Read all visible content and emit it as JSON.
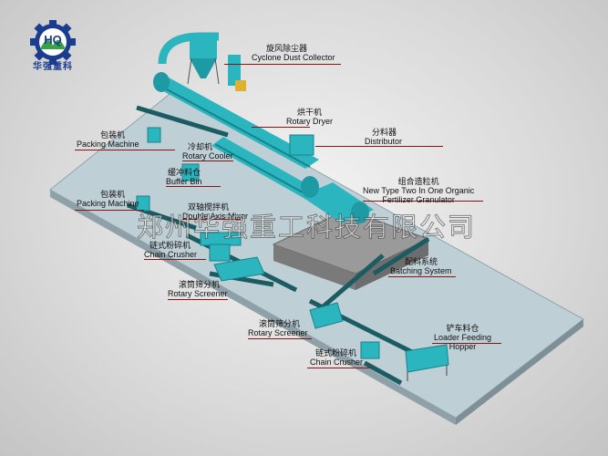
{
  "logo": {
    "mark": "HQ",
    "name": "华强重科"
  },
  "watermark": "郑州华强重工科技有限公司",
  "labels": {
    "cyclone": {
      "cn": "旋风除尘器",
      "en": "Cyclone Dust Collector"
    },
    "dryer": {
      "cn": "烘干机",
      "en": "Rotary Dryer"
    },
    "distributor": {
      "cn": "分料器",
      "en": "Distributor"
    },
    "packing1": {
      "cn": "包装机",
      "en": "Packing Machine"
    },
    "cooler": {
      "cn": "冷却机",
      "en": "Rotary Cooler"
    },
    "buffer": {
      "cn": "缓冲料仓",
      "en": "Buffer Bin"
    },
    "granulator": {
      "cn": "组合造粒机",
      "en": "New Type Two In One Organic",
      "en2": "Fertilizer Granulator"
    },
    "packing2": {
      "cn": "包装机",
      "en": "Packing Machine"
    },
    "mixer": {
      "cn": "双轴搅拌机",
      "en": "Double Axis Mixer"
    },
    "crusher1": {
      "cn": "链式粉碎机",
      "en": "Chain Crusher"
    },
    "batching": {
      "cn": "配料系统",
      "en": "Batching System"
    },
    "screener1": {
      "cn": "滚筒筛分机",
      "en": "Rotary Screener"
    },
    "screener2": {
      "cn": "滚筒筛分机",
      "en": "Rotary Screener"
    },
    "loader": {
      "cn": "铲车料仓",
      "en": "Loader Feeding",
      "en2": "Hopper"
    },
    "crusher2": {
      "cn": "链式粉碎机",
      "en": "Chain Crusher"
    }
  }
}
